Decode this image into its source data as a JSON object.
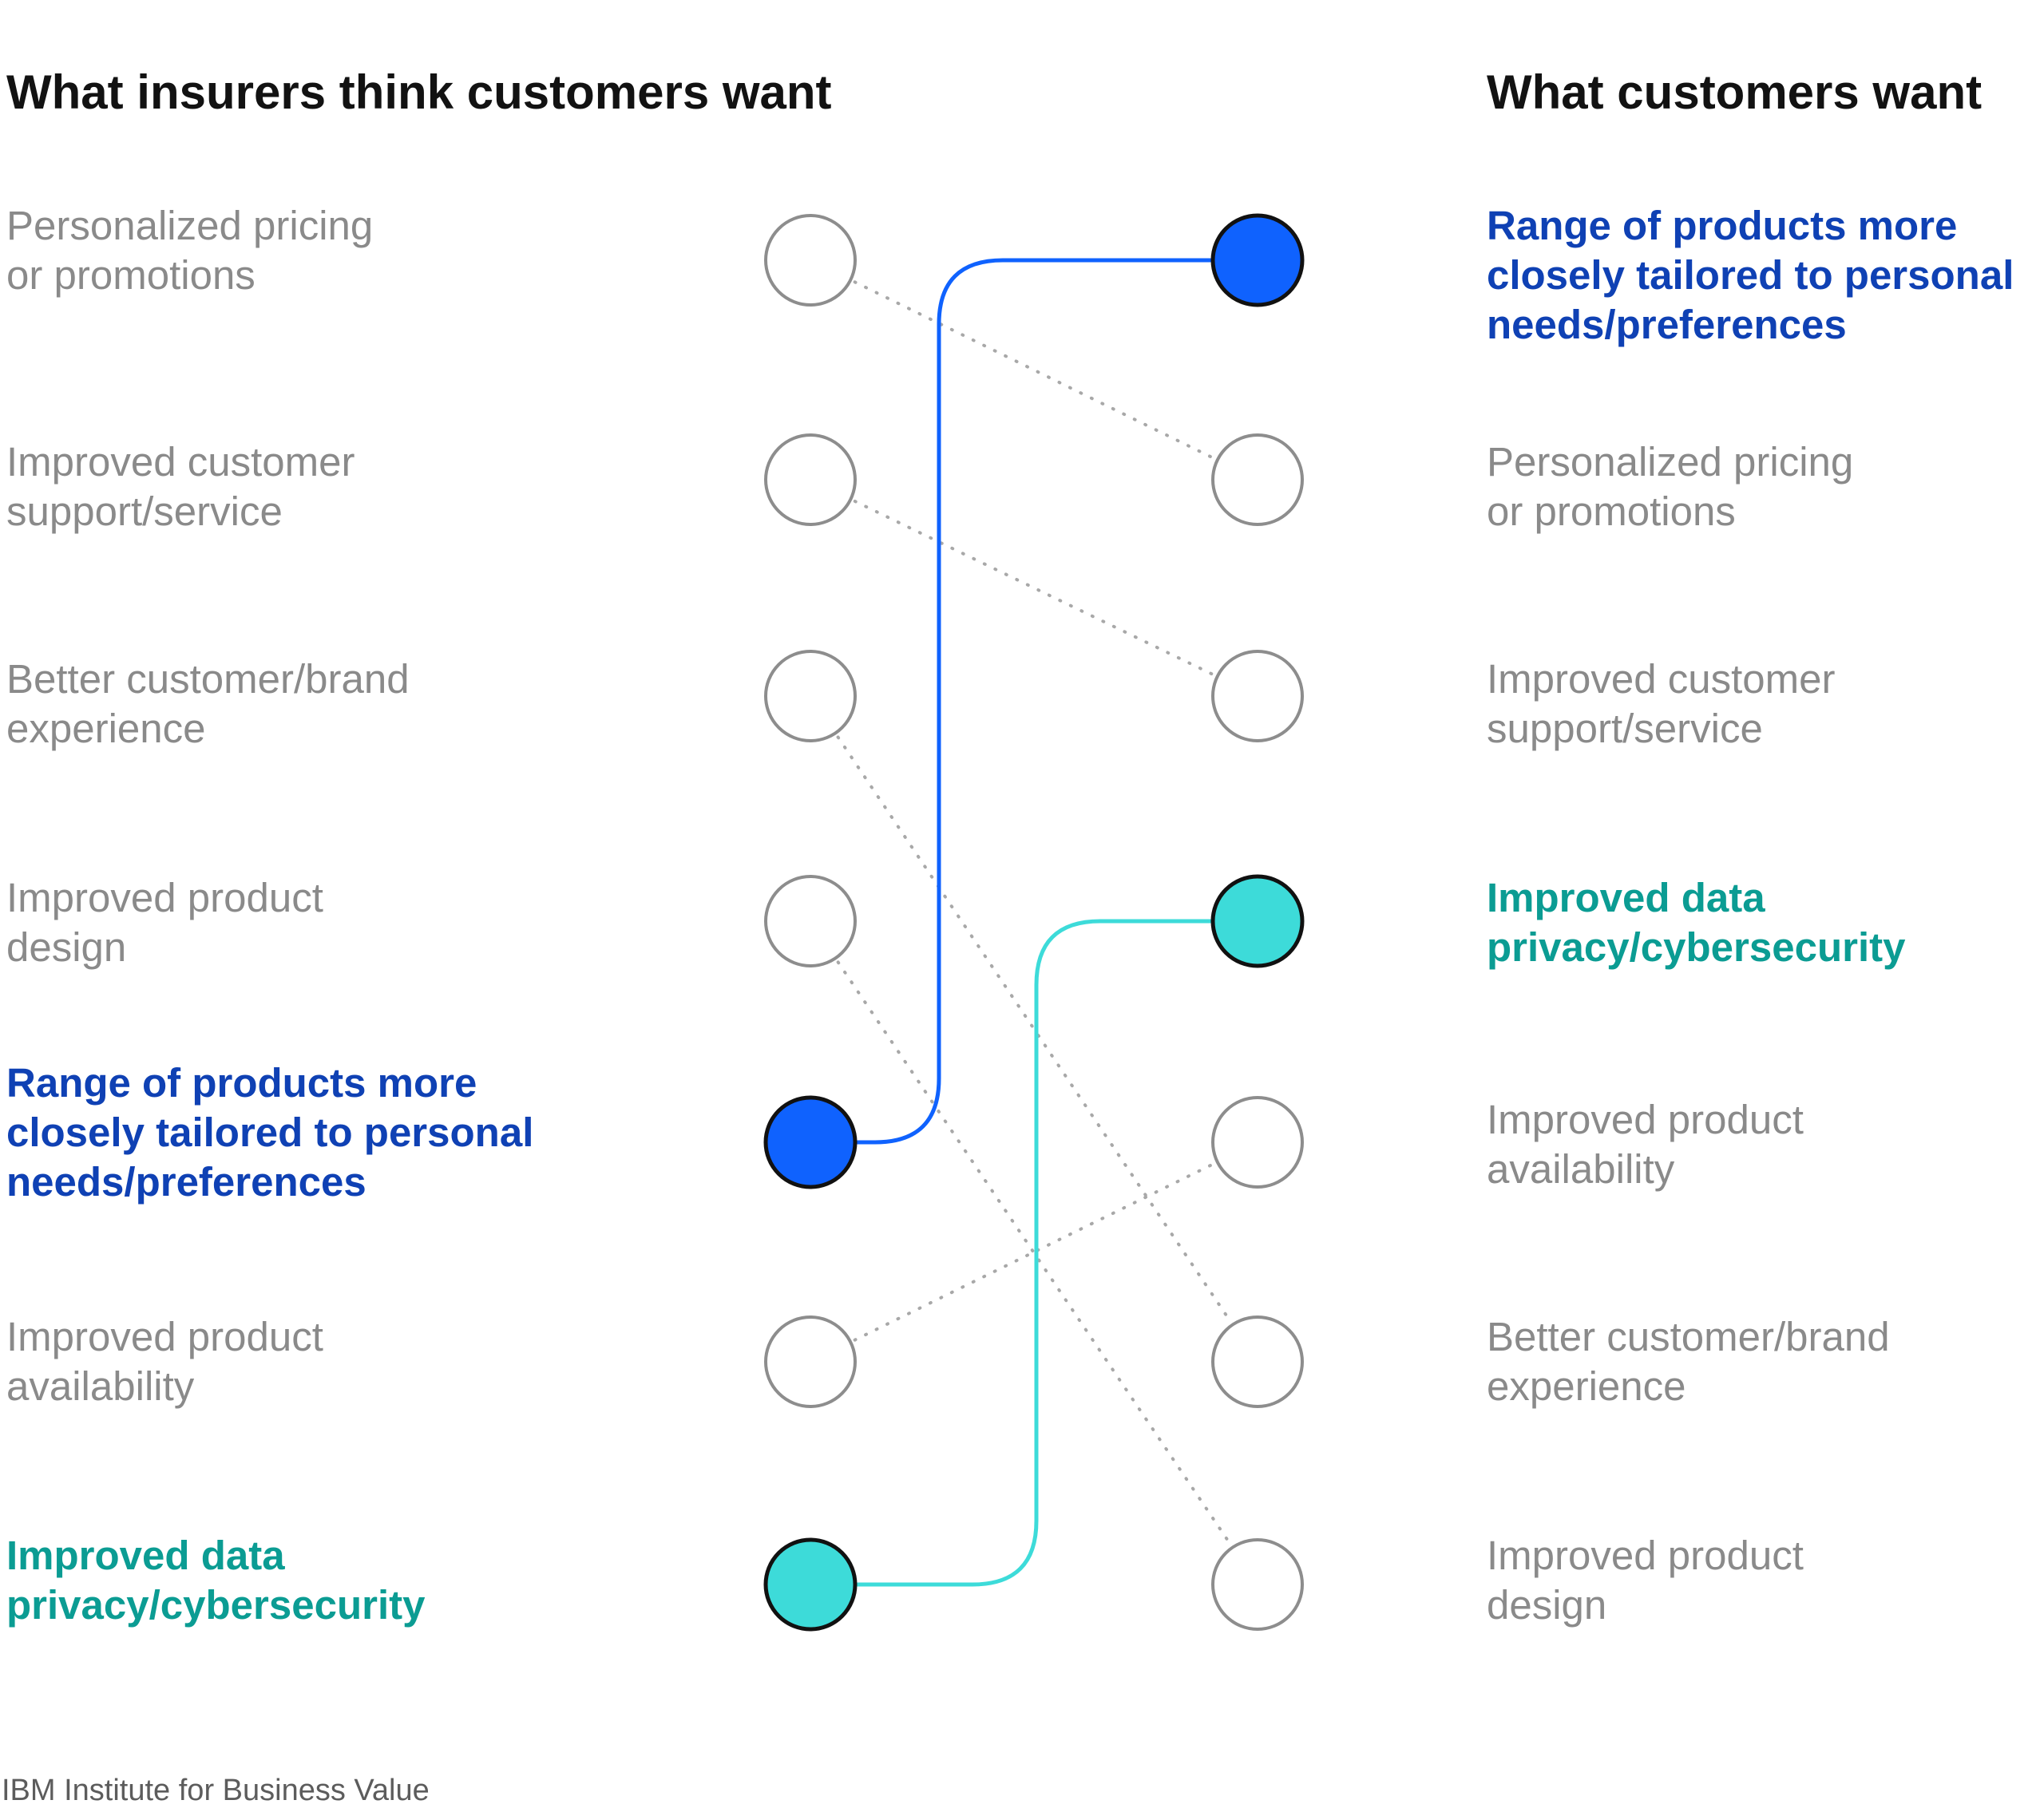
{
  "title_left": "What insurers think customers want",
  "title_right": "What customers want",
  "colors": {
    "blue_line": "#0f62fe",
    "blue_node": "#0f62fe",
    "teal_line": "#3ddbd9",
    "teal_node": "#3ddbd9",
    "blue_text": "#0f41b4",
    "teal_text": "#0b9c93",
    "muted_text": "#8a8a8a"
  },
  "insurers": [
    {
      "label": "Personalized pricing\nor promotions",
      "highlight": ""
    },
    {
      "label": "Improved customer\nsupport/service",
      "highlight": ""
    },
    {
      "label": "Better customer/brand\nexperience",
      "highlight": ""
    },
    {
      "label": "Improved product\ndesign",
      "highlight": ""
    },
    {
      "label": "Range of products more\nclosely tailored to personal\nneeds/preferences",
      "highlight": "blue"
    },
    {
      "label": "Improved product\navailability",
      "highlight": ""
    },
    {
      "label": "Improved data\nprivacy/cybersecurity",
      "highlight": "teal"
    }
  ],
  "customers": [
    {
      "label": "Range of products more\nclosely tailored to personal\nneeds/preferences",
      "highlight": "blue"
    },
    {
      "label": "Personalized pricing\nor promotions",
      "highlight": ""
    },
    {
      "label": "Improved customer\nsupport/service",
      "highlight": ""
    },
    {
      "label": "Improved data\nprivacy/cybersecurity",
      "highlight": "teal"
    },
    {
      "label": "Improved product\navailability",
      "highlight": ""
    },
    {
      "label": "Better customer/brand\nexperience",
      "highlight": ""
    },
    {
      "label": "Improved product\ndesign",
      "highlight": ""
    }
  ],
  "links": [
    {
      "from": 0,
      "to": 1,
      "style": "dotted"
    },
    {
      "from": 1,
      "to": 2,
      "style": "dotted"
    },
    {
      "from": 2,
      "to": 5,
      "style": "dotted"
    },
    {
      "from": 3,
      "to": 6,
      "style": "dotted"
    },
    {
      "from": 5,
      "to": 4,
      "style": "dotted"
    },
    {
      "from": 4,
      "to": 0,
      "style": "blue"
    },
    {
      "from": 6,
      "to": 3,
      "style": "teal"
    }
  ],
  "source": "IBM Institute for Business Value"
}
